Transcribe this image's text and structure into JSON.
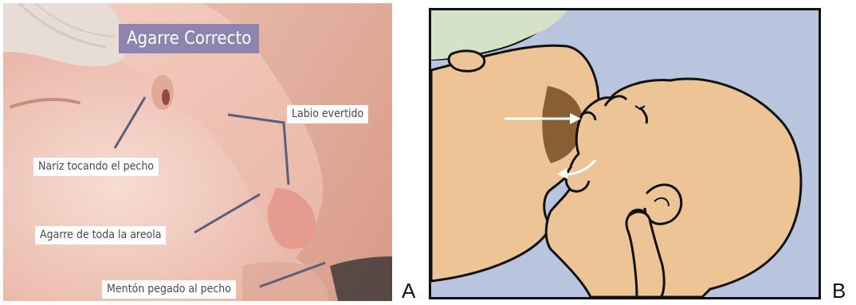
{
  "photo": {
    "title": "Agarre Correcto",
    "labels": {
      "lip": "Labio evertido",
      "nose": "Nariz tocando el pecho",
      "areola": "Agarre de toda la areola",
      "chin": "Mentón pegado al pecho"
    },
    "colors": {
      "title_bg": "#8d84b0",
      "skin": "#f0c4b8",
      "line": "#5a5f7a"
    }
  },
  "illustration": {
    "colors": {
      "background": "#b9c5de",
      "skin": "#edc495",
      "areola": "#8a5e34",
      "top_left": "#d6e2c7",
      "outline": "#111111",
      "arrow": "#ffffff"
    }
  },
  "panel_labels": {
    "a": "A",
    "b": "B"
  }
}
